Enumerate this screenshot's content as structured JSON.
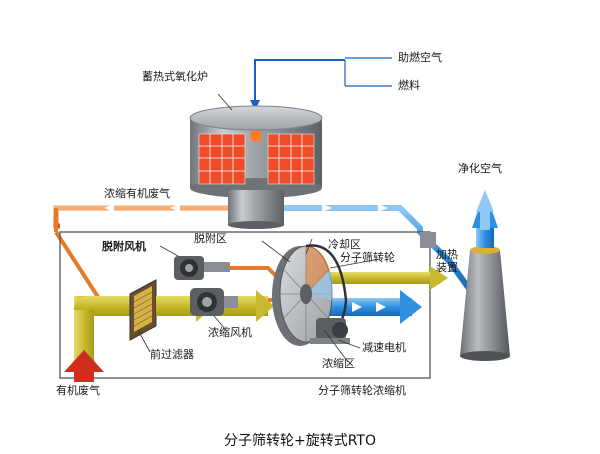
{
  "labels": {
    "rto": "蓄热式氧化炉",
    "combustion_air": "助燃空气",
    "fuel": "燃料",
    "clean_air": "净化空气",
    "concentrated_gas": "浓缩有机废气",
    "desorption_fan": "脱附风机",
    "desorption_zone": "脱附区",
    "cooling_zone": "冷却区",
    "sieve_wheel": "分子筛转轮",
    "heating_device": "加热装置",
    "concentration_fan": "浓缩风机",
    "prefilter": "前过滤器",
    "reduction_motor": "减速电机",
    "concentration_zone": "浓缩区",
    "organic_waste_gas": "有机废气",
    "concentrator": "分子筛转轮浓缩机"
  },
  "caption": "分子筛转轮+旋转式RTO",
  "colors": {
    "hot_flow": "#e9792a",
    "clean_flow": "#2f8fe0",
    "waste_flow": "#cfc23a",
    "heater_panel": "#ef4d2a",
    "machine_gray": "#8a8f95"
  }
}
